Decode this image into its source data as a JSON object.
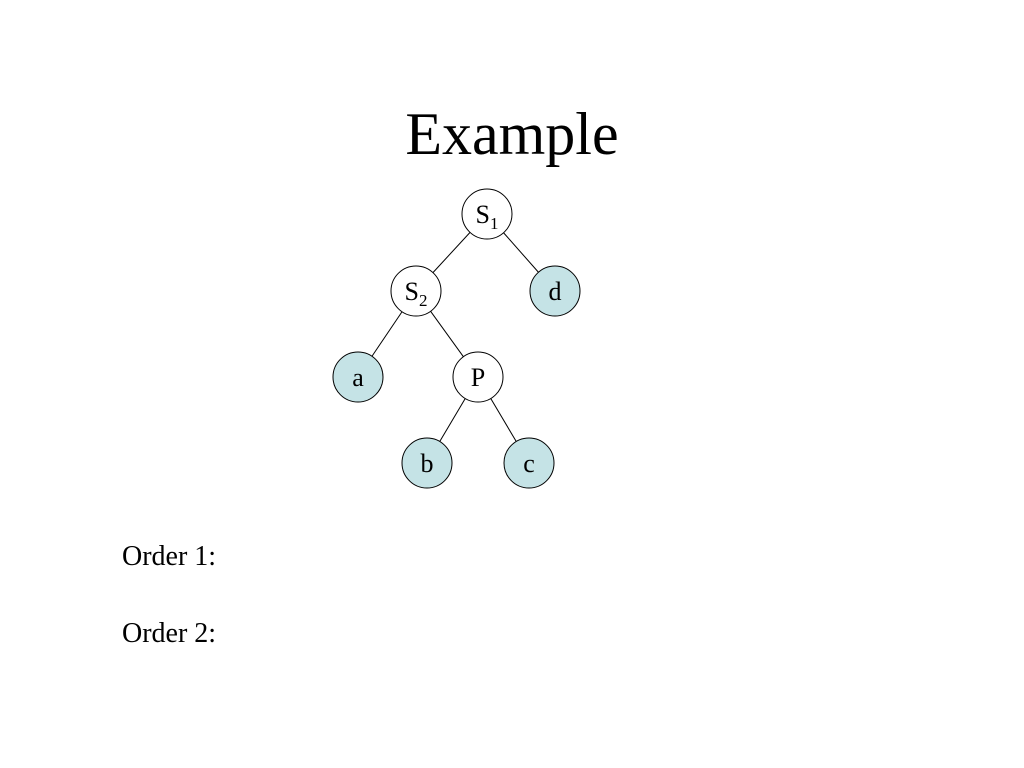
{
  "slide": {
    "title": "Example"
  },
  "tree": {
    "colors": {
      "internal_fill": "#ffffff",
      "leaf_fill": "#c5e3e6",
      "stroke": "#000000"
    },
    "nodes": [
      {
        "id": "s1",
        "label": "S",
        "sub": "1",
        "kind": "internal"
      },
      {
        "id": "s2",
        "label": "S",
        "sub": "2",
        "kind": "internal"
      },
      {
        "id": "d",
        "label": "d",
        "sub": "",
        "kind": "leaf"
      },
      {
        "id": "a",
        "label": "a",
        "sub": "",
        "kind": "leaf"
      },
      {
        "id": "p",
        "label": "P",
        "sub": "",
        "kind": "internal"
      },
      {
        "id": "b",
        "label": "b",
        "sub": "",
        "kind": "leaf"
      },
      {
        "id": "c",
        "label": "c",
        "sub": "",
        "kind": "leaf"
      }
    ],
    "edges": [
      {
        "from": "s1",
        "to": "s2"
      },
      {
        "from": "s1",
        "to": "d"
      },
      {
        "from": "s2",
        "to": "a"
      },
      {
        "from": "s2",
        "to": "p"
      },
      {
        "from": "p",
        "to": "b"
      },
      {
        "from": "p",
        "to": "c"
      }
    ]
  },
  "orders": [
    {
      "label": "Order 1:"
    },
    {
      "label": "Order 2:"
    }
  ]
}
